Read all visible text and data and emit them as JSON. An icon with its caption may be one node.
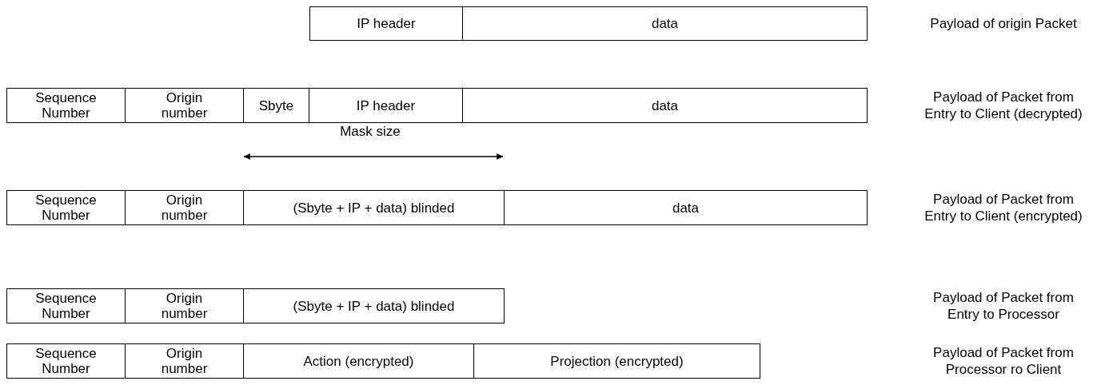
{
  "diagram": {
    "nodes": [
      {
        "text": [
          "IP header"
        ]
      },
      {
        "text": [
          "data"
        ]
      },
      {
        "text": [
          "Sequence Number"
        ]
      },
      {
        "text": [
          "Origin number"
        ]
      },
      {
        "text": [
          "Sbyte"
        ]
      },
      {
        "text": [
          "IP header"
        ]
      },
      {
        "text": [
          "data"
        ]
      },
      {
        "text": [
          "Sequence Number"
        ]
      },
      {
        "text": [
          "Origin number"
        ]
      },
      {
        "text": [
          "(Sbyte + IP + data) blinded"
        ]
      },
      {
        "text": [
          "data"
        ]
      },
      {
        "text": [
          "Sequence Number"
        ]
      },
      {
        "text": [
          "Origin number"
        ]
      },
      {
        "text": [
          "(Sbyte + IP + data) blinded"
        ]
      },
      {
        "text": [
          "Sequence Number"
        ]
      },
      {
        "text": [
          "Origin number"
        ]
      },
      {
        "text": [
          "Action (encrypted)"
        ]
      },
      {
        "text": [
          "Projection (encrypted)"
        ]
      }
    ],
    "labels": [
      "Payload of origin Packet",
      "Payload of Packet from Entry to Client (decrypted)",
      "Mask size",
      "Payload of Packet from Entry to Client (encrypted)",
      "Payload of Packet from Entry to Processor",
      "Payload of Packet from Processor ro Client"
    ]
  }
}
